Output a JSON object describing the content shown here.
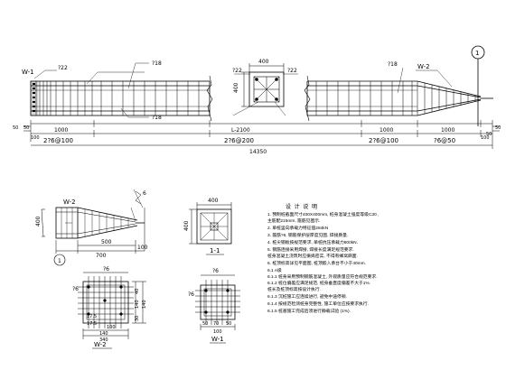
{
  "elevation": {
    "w1_tag": "W-1",
    "w2_tag": "W-2",
    "bar_22_left": "?22",
    "bar_18_top": "?18",
    "bar_18_bottom": "?18",
    "bar_22_section_left": "?22",
    "bar_22_section_right": "?22",
    "bar_18_right": "?18",
    "section_width": "400",
    "section_height": "400",
    "dims_row1": [
      "1000",
      "L-2100",
      "1000",
      "1000"
    ],
    "dims_row2": [
      "2?6@100",
      "2?6@200",
      "2?6@100",
      "?6@50"
    ],
    "total_length": "14350",
    "left_small": [
      "50",
      "50",
      "100"
    ],
    "right_small": [
      "50",
      "50",
      "100"
    ],
    "detail_mark": "1"
  },
  "pile_tip_detail": {
    "tag": "W-2",
    "height_label": "400",
    "dims": [
      "500",
      "700",
      "100"
    ],
    "angle_label": "6",
    "circle_mark": "1"
  },
  "section_1_1": {
    "label": "1-1",
    "width": "400",
    "height": "400"
  },
  "section_w2": {
    "label": "W-2",
    "top_bar": "?6",
    "left_bar": "?6",
    "dims_bottom": [
      "17.5",
      "17.5",
      "100",
      "140",
      "340"
    ],
    "dims_right": [
      "40",
      "140",
      "140",
      "30"
    ]
  },
  "section_w1": {
    "label": "W-1",
    "top_bar": "?6",
    "left_bar": "?6",
    "dims_bottom": [
      "50",
      "70",
      "100",
      "50"
    ]
  },
  "notes": {
    "title": "设 计 说 明",
    "lines": [
      "1. 预制桩截面尺寸400X400mm, 桩身混凝土强度等级C30 ,",
      "   主筋配215mm, 箍筋见图示.",
      "2. 单桩竖向承载力特征值284kN",
      "3. 箍筋?6, 钢筋保护层厚度见图, 焊接质量.",
      "4. 桩尖钢板按规范要求, 单桩抗压承载力800kN.",
      "5. 钢筋连接采用焊接, 焊接长度满足规范要求.",
      "   桩身混凝土浇筑时应振捣密实, 不得有蜂窝麻面.",
      "6. 桩顶标高详见平面图, 桩顶嵌入承台不小于40mm.",
      "6.1 A级",
      "6.1.1 桩身采用预制钢筋混凝土, 外观质量应符合规范要求.",
      "6.1.2 桩位偏差应满足规范, 桩身垂直度偏差不大于1%.",
      "   桩长及桩顶标高按设计执行.",
      "6.1.3 沉桩施工应连续进行, 避免中途停顿.",
      "6.1.4 按规范检测桩身完整性, 施工单位应按要求执行.",
      "6.1.5 桩基施工完成后须进行静载试验 (1%)."
    ]
  }
}
